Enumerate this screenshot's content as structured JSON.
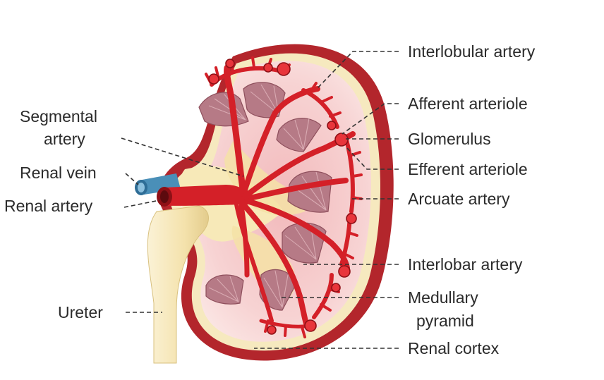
{
  "labels": {
    "interlobular_artery": "Interlobular artery",
    "afferent_arteriole": "Afferent arteriole",
    "glomerulus": "Glomerulus",
    "efferent_arteriole": "Efferent arteriole",
    "arcuate_artery": "Arcuate artery",
    "interlobar_artery": "Interlobar artery",
    "medullary_pyramid_line1": "Medullary",
    "medullary_pyramid_line2": "pyramid",
    "renal_cortex": "Renal cortex",
    "segmental_artery_line1": "Segmental",
    "segmental_artery_line2": "artery",
    "renal_vein": "Renal vein",
    "renal_artery": "Renal artery",
    "ureter": "Ureter"
  },
  "colors": {
    "capsule": "#b3262c",
    "cortex": "#f7d6d6",
    "medulla_fill": "#f3c6c6",
    "sinus_fat": "#f7e9b8",
    "artery": "#d42028",
    "vein": "#4a8fb8",
    "pyramid": "#b67a86",
    "ureter": "#f6e9bf"
  }
}
